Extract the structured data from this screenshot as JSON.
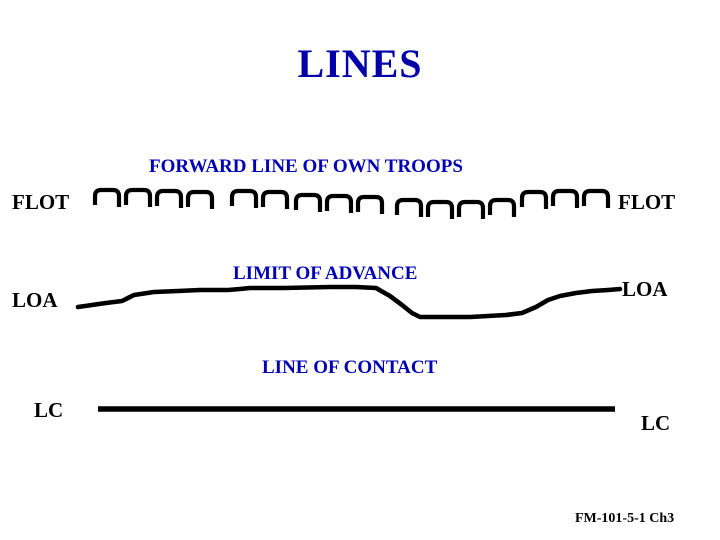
{
  "slide": {
    "title": "LINES",
    "title_color": "#0000a8",
    "background_color": "#ffffff",
    "footer_reference": "FM-101-5-1 Ch3"
  },
  "sections": [
    {
      "id": "flot",
      "heading": "FORWARD LINE OF OWN TROOPS",
      "heading_color": "#0000b4",
      "label_left": "FLOT",
      "label_right": "FLOT",
      "label_color": "#000000",
      "symbol": "scalloped-arch-line",
      "symbol_color": "#000000"
    },
    {
      "id": "loa",
      "heading": "LIMIT OF ADVANCE",
      "heading_color": "#0000b4",
      "label_left": "LOA",
      "label_right": "LOA",
      "label_color": "#000000",
      "symbol": "irregular-freehand-line",
      "symbol_color": "#000000"
    },
    {
      "id": "lc",
      "heading": "LINE OF CONTACT",
      "heading_color": "#0000b4",
      "label_left": "LC",
      "label_right": "LC",
      "label_color": "#000000",
      "symbol": "thick-straight-line",
      "symbol_color": "#000000"
    }
  ]
}
